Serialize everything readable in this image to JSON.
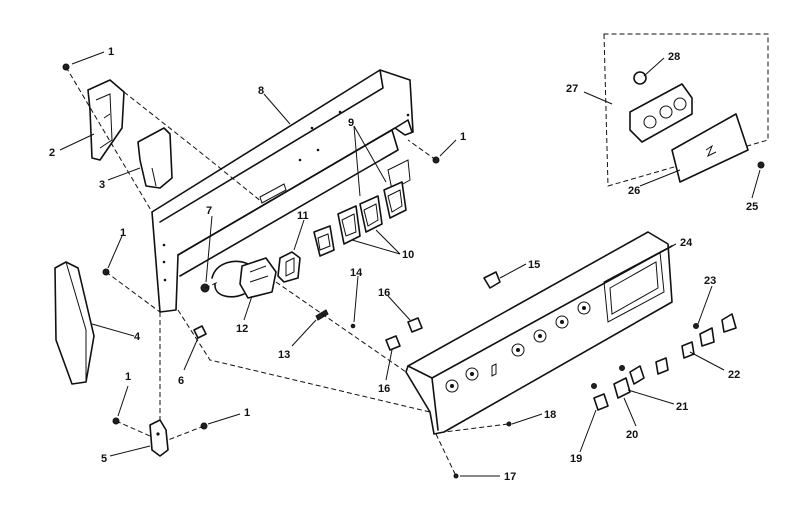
{
  "callouts": {
    "c1a": "1",
    "c1b": "1",
    "c1c": "1",
    "c1d": "1",
    "c1e": "1",
    "c2": "2",
    "c3": "3",
    "c4": "4",
    "c5": "5",
    "c6": "6",
    "c7": "7",
    "c8": "8",
    "c9": "9",
    "c10": "10",
    "c11": "11",
    "c12": "12",
    "c13": "13",
    "c14": "14",
    "c15": "15",
    "c16a": "16",
    "c16b": "16",
    "c17": "17",
    "c18": "18",
    "c19": "19",
    "c20": "20",
    "c21": "21",
    "c22": "22",
    "c23": "23",
    "c24": "24",
    "c25": "25",
    "c26": "26",
    "c27": "27",
    "c28": "28"
  }
}
